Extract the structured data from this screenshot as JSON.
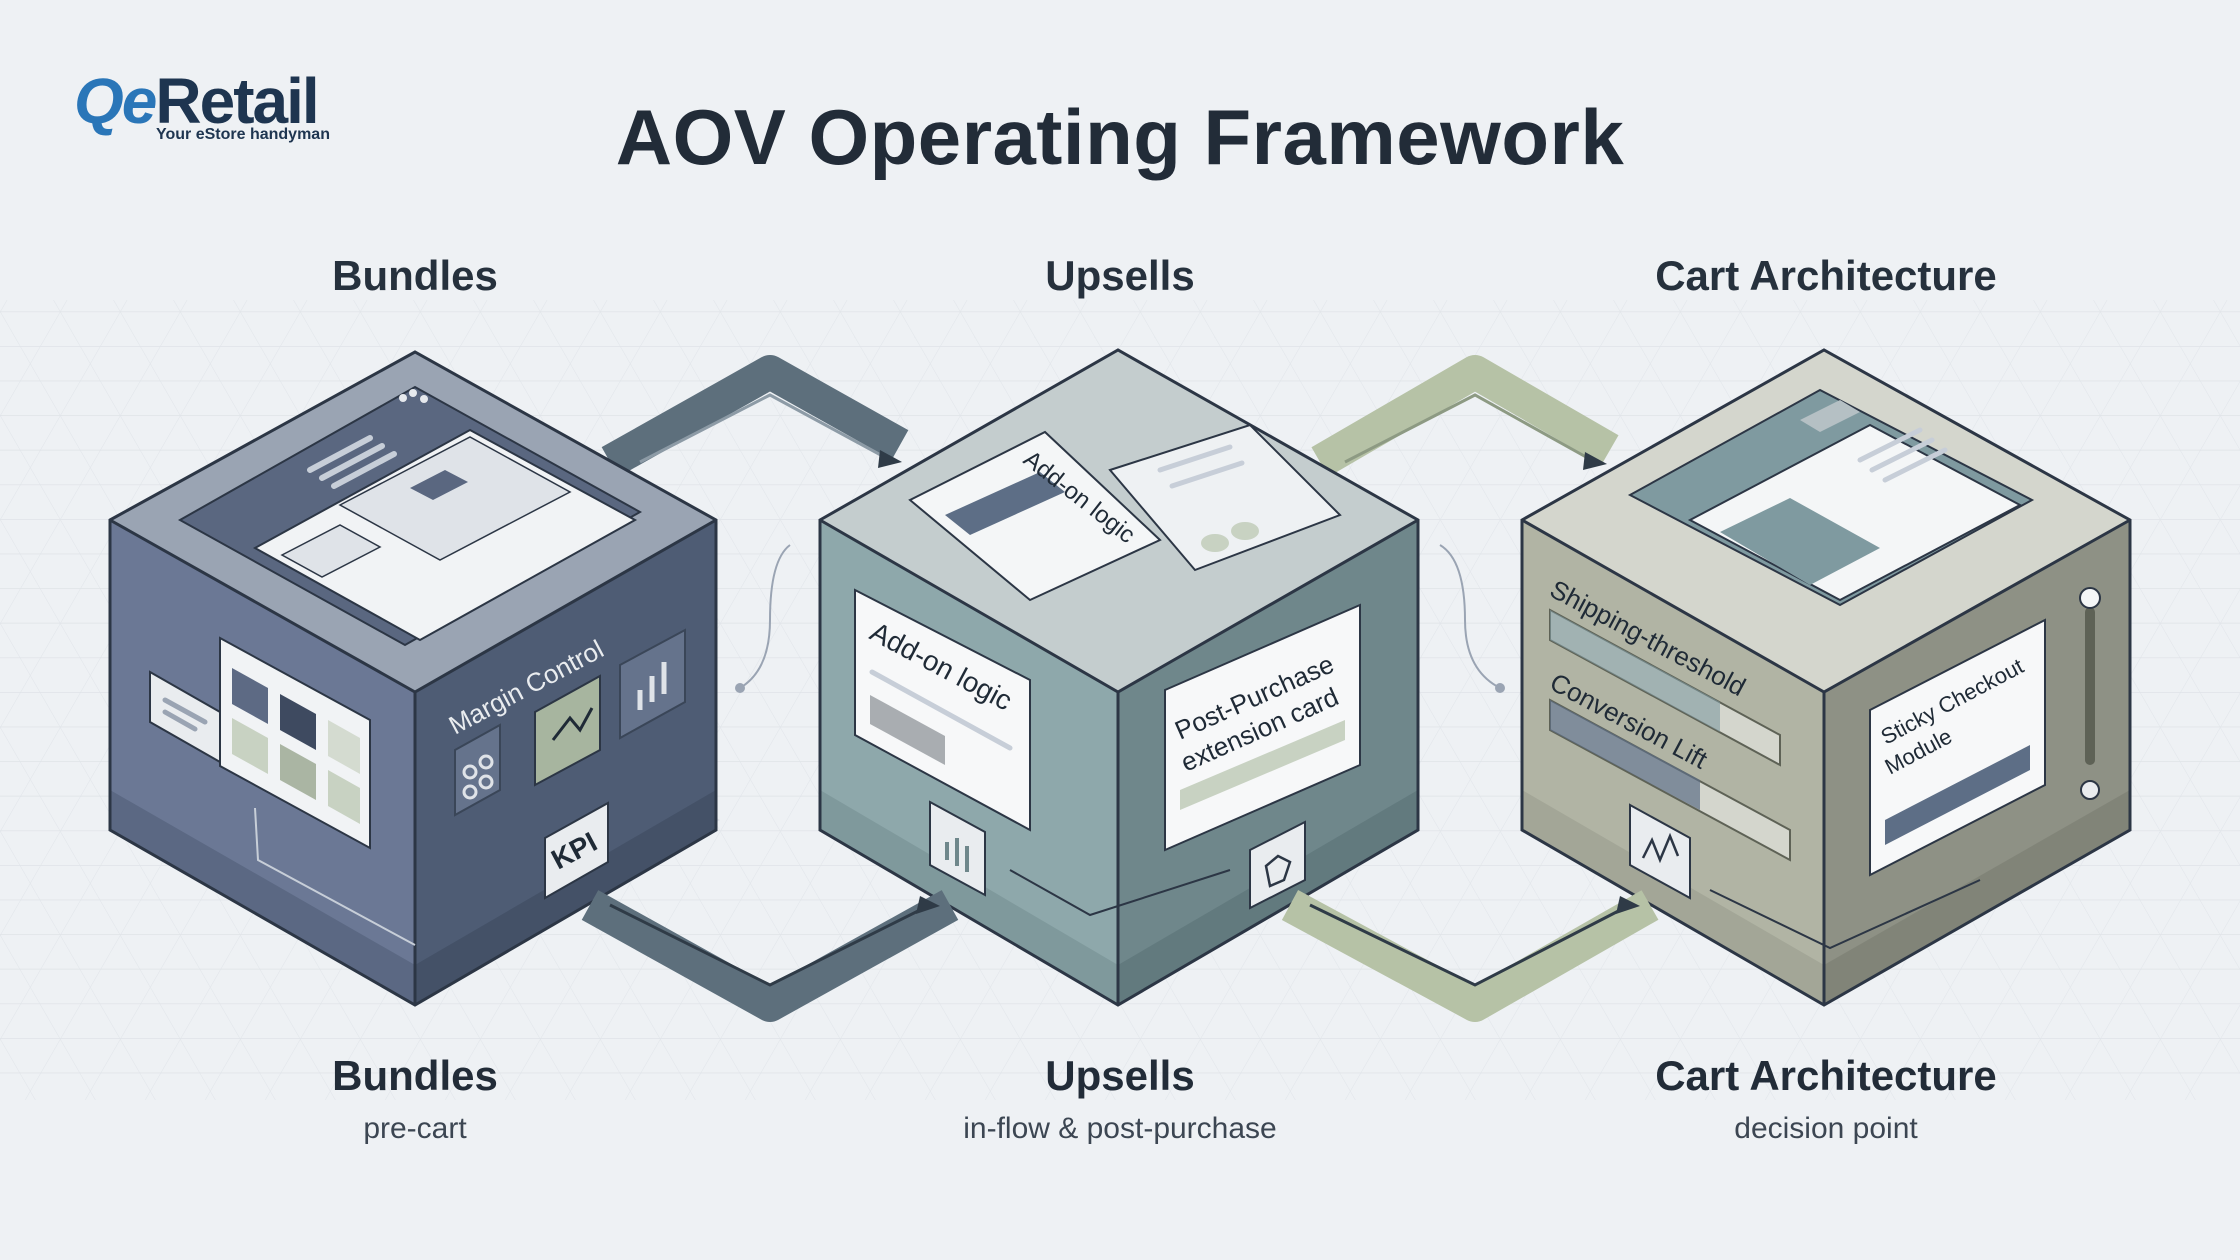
{
  "brand": {
    "logo_text": "QeRetail",
    "logo_q": "Qe",
    "logo_rest": "Retail",
    "tagline": "Your eStore handyman"
  },
  "title": "AOV Operating Framework",
  "columns": [
    {
      "heading": "Bundles",
      "caption": "Bundles",
      "subcaption": "pre-cart",
      "face_labels": [
        "Margin Control",
        "KPI"
      ],
      "color": "#5a6a85"
    },
    {
      "heading": "Upsells",
      "caption": "Upsells",
      "subcaption": "in-flow & post-purchase",
      "face_labels": [
        "Add-on logic",
        "Add-on logic",
        "Post-Purchase extension card"
      ],
      "color": "#7f989c"
    },
    {
      "heading": "Cart Architecture",
      "caption": "Cart Architecture",
      "subcaption": "decision point",
      "face_labels": [
        "Shipping-threshold",
        "Conversion Lift",
        "Sticky Checkout Module"
      ],
      "color": "#a8ab9c"
    }
  ],
  "icons": [
    "grid-icon",
    "trend-arrow-icon",
    "bar-chart-icon",
    "shield-icon",
    "activity-icon"
  ],
  "colors": {
    "background": "#eef1f4",
    "bundles": "#5a6a85",
    "upsells": "#7f989c",
    "cart": "#a8ab9c",
    "connector_dark": "#5d6f7c",
    "connector_green": "#b6c2a6"
  }
}
